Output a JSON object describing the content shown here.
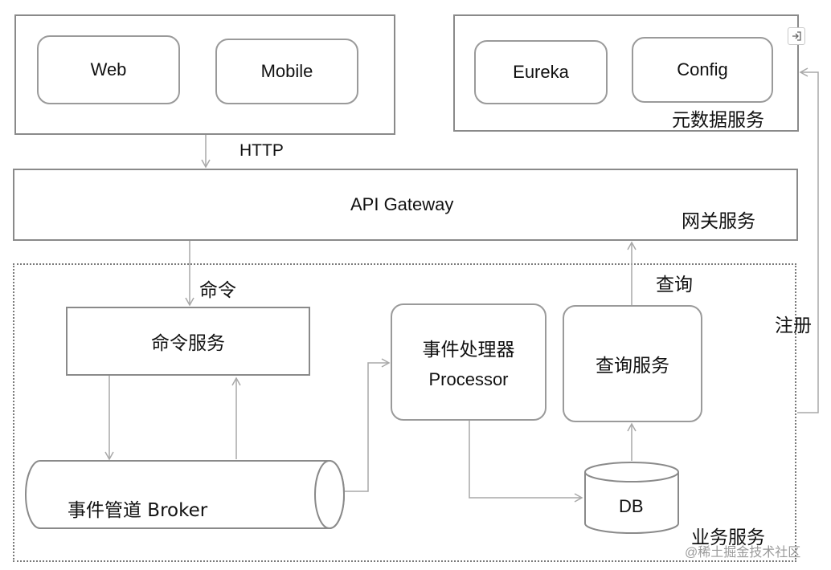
{
  "clients": {
    "web": "Web",
    "mobile": "Mobile"
  },
  "http_label": "HTTP",
  "meta": {
    "eureka": "Eureka",
    "config": "Config",
    "title": "元数据服务"
  },
  "gateway": {
    "name": "API Gateway",
    "title": "网关服务"
  },
  "business": {
    "title": "业务服务",
    "command_label": "命令",
    "query_label": "查询",
    "register_label": "注册",
    "command_service": "命令服务",
    "event_processor_line1": "事件处理器",
    "event_processor_line2": "Processor",
    "query_service": "查询服务",
    "broker": "事件管道 Broker",
    "db": "DB"
  },
  "watermark": "@稀土掘金技术社区"
}
